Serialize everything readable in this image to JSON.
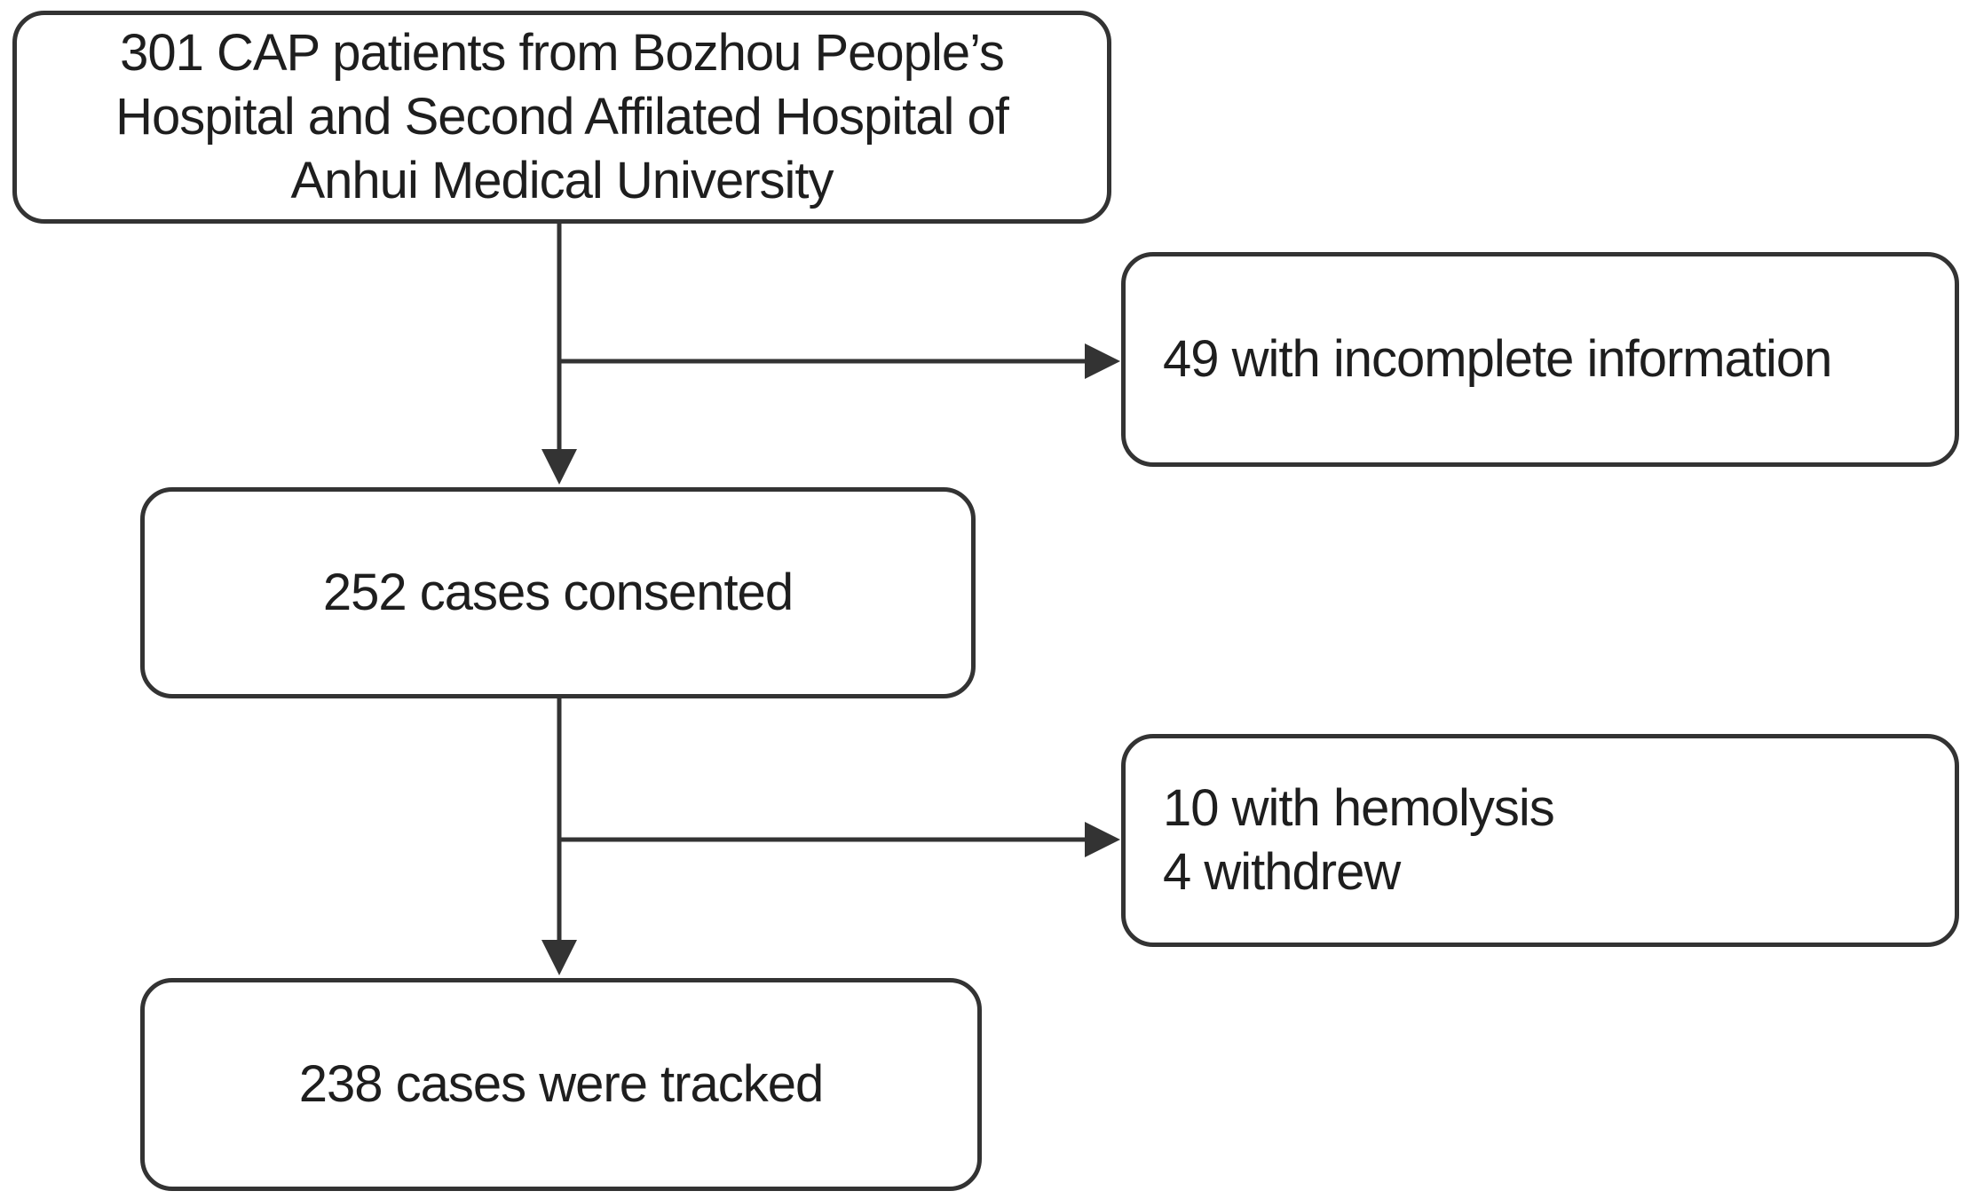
{
  "flowchart": {
    "top_box": {
      "lines": [
        "301 CAP patients from Bozhou People’s",
        "Hospital and  Second Affilated Hospital of",
        "Anhui  Medical University"
      ]
    },
    "exclusion_1": {
      "lines": [
        "49 with  incomplete information"
      ]
    },
    "middle_box": {
      "lines": [
        "252 cases consented"
      ]
    },
    "exclusion_2": {
      "lines": [
        "10 with  hemolysis",
        "4 withdrew"
      ]
    },
    "bottom_box": {
      "lines": [
        "238 cases were tracked"
      ]
    }
  },
  "colors": {
    "stroke": "#333333",
    "text": "#1e1e1e",
    "background": "#ffffff"
  }
}
